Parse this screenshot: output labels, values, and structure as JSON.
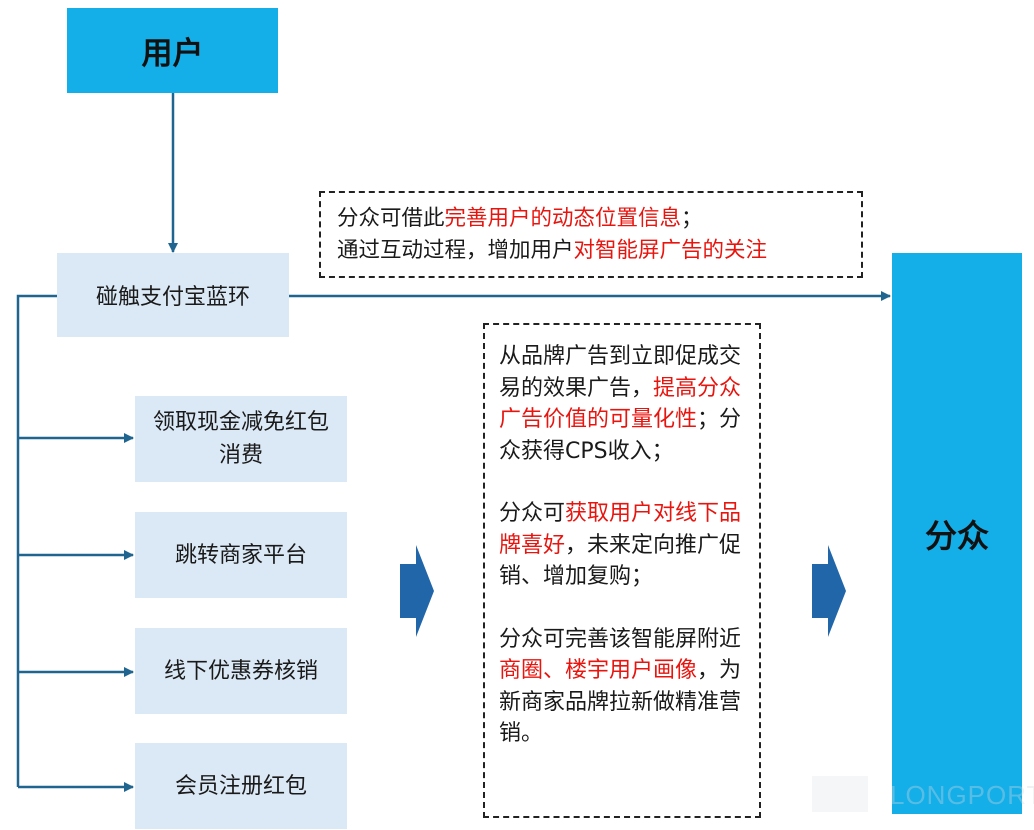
{
  "user_box": {
    "label": "用户"
  },
  "touch_box": {
    "label": "碰触支付宝蓝环"
  },
  "actions": [
    {
      "label": "领取现金减免红包消费"
    },
    {
      "label": "跳转商家平台"
    },
    {
      "label": "线下优惠券核销"
    },
    {
      "label": "会员注册红包"
    }
  ],
  "fenzhong_box": {
    "label": "分众"
  },
  "note_top": {
    "line1_a": "分众可借此",
    "line1_b": "完善用户的动态位置信息",
    "line1_c": "；",
    "line2_a": "通过互动过程，增加用户",
    "line2_b": "对智能屏广告的关注"
  },
  "note_mid": {
    "p1_a": "从品牌广告到立即促成交易的效果广告，",
    "p1_b": "提高分众广告价值的可量化性",
    "p1_c": "；分众获得CPS收入；",
    "p2_a": "分众可",
    "p2_b": "获取用户对线下品牌喜好",
    "p2_c": "，未来定向推广促销、增加复购；",
    "p3_a": "分众可完善该智能屏附近",
    "p3_b": "商圈、楼宇用户画像",
    "p3_c": "，为新商家品牌拉新做精准营销。"
  },
  "watermark": {
    "text": "LONGPORT"
  },
  "colors": {
    "primary": "#14aee8",
    "light": "#dbe8f5",
    "line": "#1f6590",
    "highlight": "#e8150f",
    "chevron": "#2266aa"
  }
}
